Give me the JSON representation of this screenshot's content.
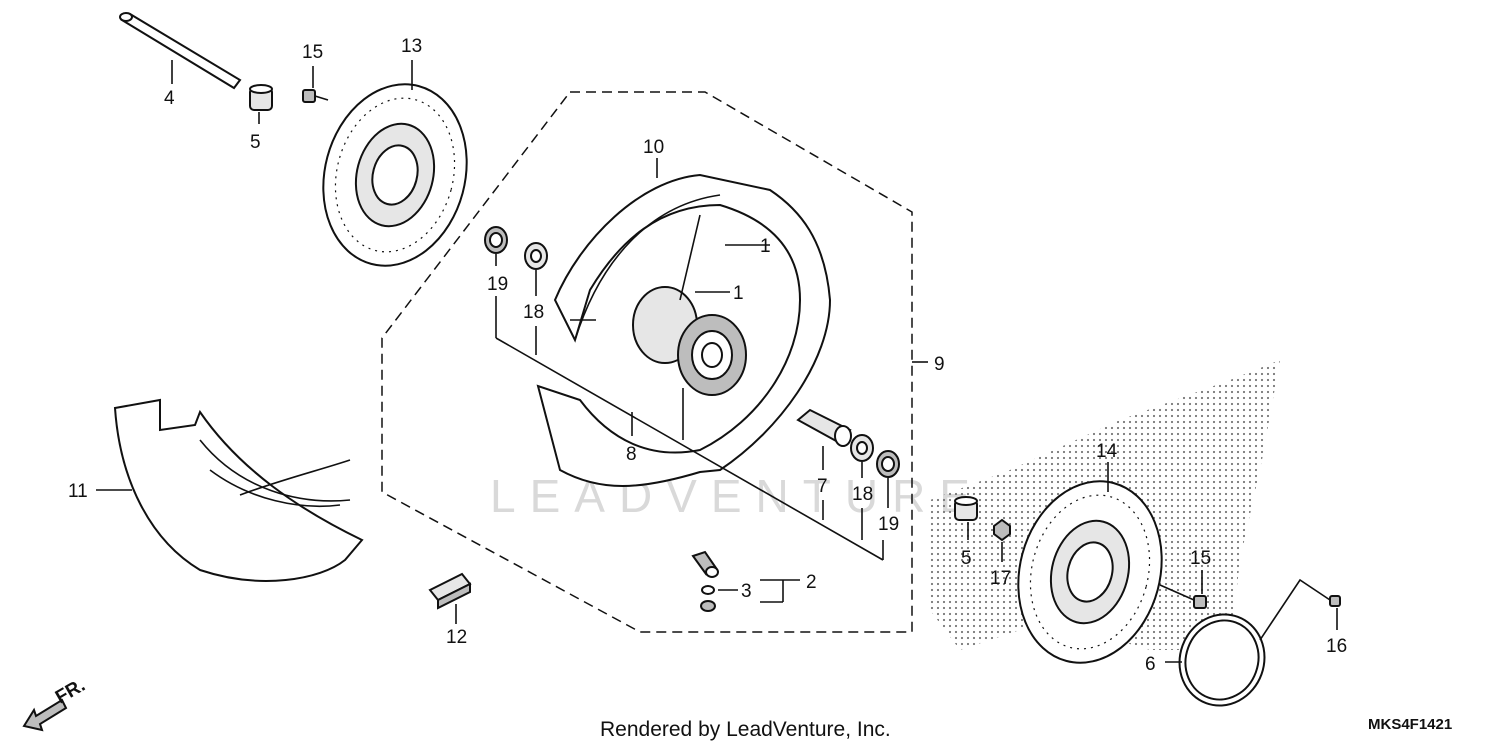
{
  "footer": {
    "text": "Rendered by LeadVenture, Inc."
  },
  "diagram_code": "MKS4F1421",
  "watermark": "LEADVENTURE",
  "direction": {
    "label": "FR."
  },
  "callouts": {
    "c1a": "1",
    "c1b": "1",
    "c2": "2",
    "c3": "3",
    "c4": "4",
    "c5a": "5",
    "c5b": "5",
    "c6": "6",
    "c7": "7",
    "c8": "8",
    "c9": "9",
    "c10": "10",
    "c11": "11",
    "c12": "12",
    "c13": "13",
    "c14": "14",
    "c15a": "15",
    "c15b": "15",
    "c16": "16",
    "c17": "17",
    "c18a": "18",
    "c18b": "18",
    "c19a": "19",
    "c19b": "19"
  },
  "colors": {
    "ink": "#111111",
    "watermark": "#d9d9d9",
    "shade": "#bdbdbd"
  }
}
